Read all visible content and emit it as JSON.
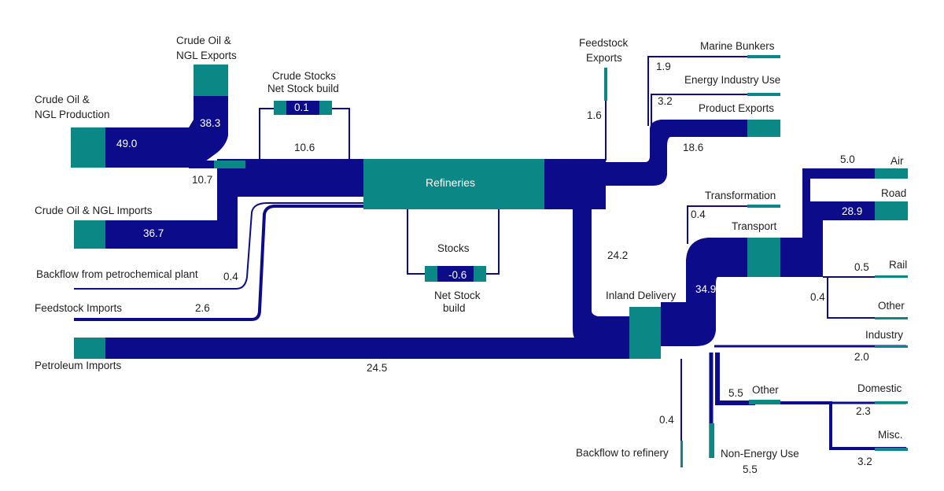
{
  "colors": {
    "flow": "#0c0c8a",
    "node": "#0b8886",
    "text": "#1f1f1f",
    "inverse_text": "#ffffff"
  },
  "nodes": {
    "refineries": "Refineries",
    "inland_delivery": "Inland Delivery",
    "transport": "Transport",
    "stocks": "Stocks",
    "net_stock_build": [
      "Net Stock",
      "build"
    ],
    "crude_stocks": [
      "Crude Stocks",
      "Net Stock build"
    ]
  },
  "labels": {
    "crude_production": [
      "Crude Oil &",
      "NGL Production"
    ],
    "crude_exports": [
      "Crude Oil &",
      "NGL Exports"
    ],
    "crude_imports": "Crude Oil & NGL Imports",
    "backflow_petrochem": "Backflow from petrochemical plant",
    "feedstock_imports": "Feedstock Imports",
    "petroleum_imports": "Petroleum Imports",
    "feedstock_exports": [
      "Feedstock",
      "Exports"
    ],
    "marine_bunkers": "Marine Bunkers",
    "energy_industry_use": "Energy Industry Use",
    "product_exports": "Product Exports",
    "transformation": "Transformation",
    "air": "Air",
    "road": "Road",
    "rail": "Rail",
    "other_transport": "Other",
    "industry": "Industry",
    "domestic": "Domestic",
    "misc": "Misc.",
    "other_final": "Other",
    "non_energy_use": "Non-Energy Use",
    "backflow_refinery": "Backflow to refinery"
  },
  "values": {
    "crude_production": "49.0",
    "crude_exports": "38.3",
    "production_to_refinery": "10.7",
    "crude_imports": "36.7",
    "crude_stock_build": "0.1",
    "crude_stock_flow": "10.6",
    "backflow_petrochem": "0.4",
    "feedstock_imports": "2.6",
    "stocks": "-0.6",
    "petroleum_imports": "24.5",
    "feedstock_exports": "1.6",
    "marine_bunkers": "1.9",
    "energy_industry_use": "3.2",
    "product_exports": "18.6",
    "refinery_to_inland": "24.2",
    "transformation": "0.4",
    "transport": "34.9",
    "air": "5.0",
    "road": "28.9",
    "rail": "0.5",
    "other_transport": "0.4",
    "industry": "2.0",
    "domestic": "2.3",
    "misc": "3.2",
    "other_final": "5.5",
    "non_energy_use": "5.5",
    "backflow_refinery": "0.4"
  }
}
